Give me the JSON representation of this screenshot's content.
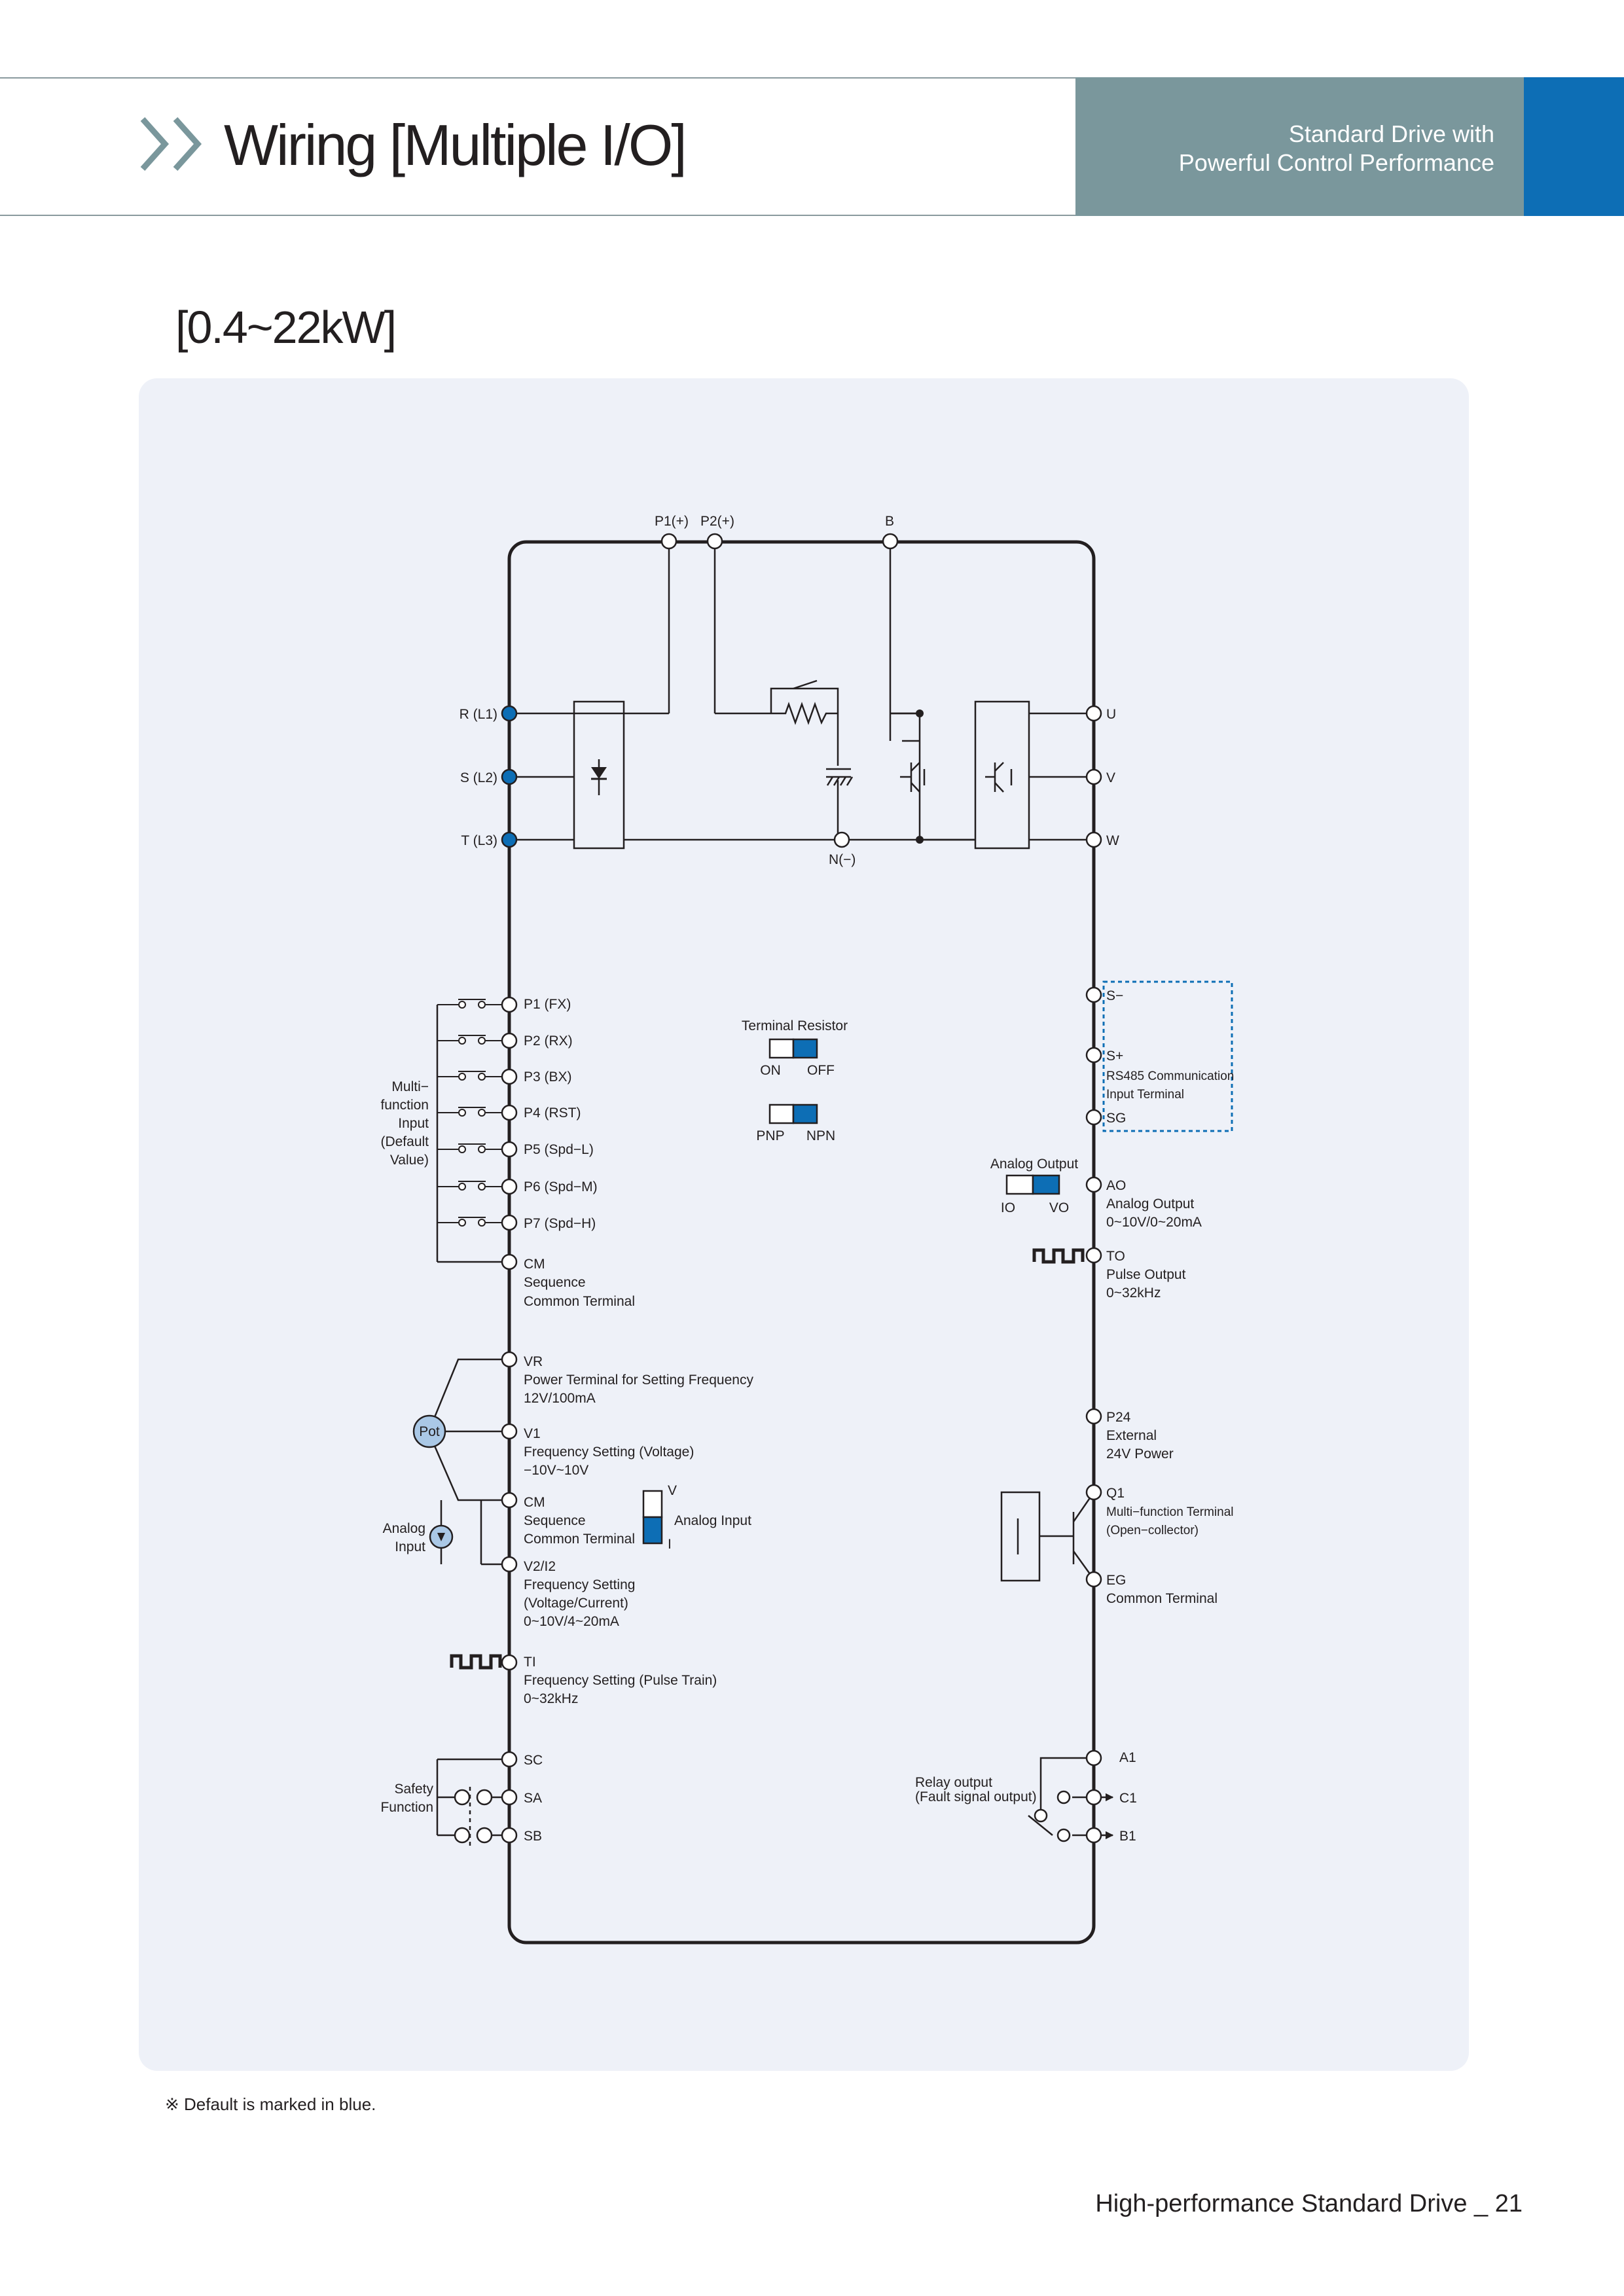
{
  "header": {
    "title": "Wiring [Multiple I/O]",
    "tagline_line1": "Standard Drive with",
    "tagline_line2": "Powerful Control Performance",
    "colors": {
      "tag_background": "#7a979c",
      "accent_blue": "#0d6eb5",
      "chevron": "#7a979c"
    }
  },
  "section_title": "[0.4~22kW]",
  "diagram": {
    "top_terminals": [
      "P1(+)",
      "P2(+)",
      "B"
    ],
    "bottom_terminal": "N(−)",
    "power_inputs": [
      "R (L1)",
      "S (L2)",
      "T (L3)"
    ],
    "motor_outputs": [
      "U",
      "V",
      "W"
    ],
    "digital_inputs": [
      "P1 (FX)",
      "P2 (RX)",
      "P3 (BX)",
      "P4 (RST)",
      "P5 (Spd−L)",
      "P6 (Spd−M)",
      "P7 (Spd−H)"
    ],
    "multi_function_input_label": [
      "Multi−",
      "function",
      "Input",
      "(Default",
      "Value)"
    ],
    "cm_block_1": [
      "CM",
      "Sequence",
      "Common Terminal"
    ],
    "vr_block": [
      "VR",
      "Power Terminal for Setting Frequency",
      "12V/100mA"
    ],
    "pot_label": "Pot",
    "v1_block": [
      "V1",
      "Frequency Setting (Voltage)",
      "−10V~10V"
    ],
    "cm_block_2": [
      "CM",
      "Sequence",
      "Common Terminal"
    ],
    "analog_input_left": [
      "Analog",
      "Input"
    ],
    "v2_block": [
      "V2/I2",
      "Frequency Setting",
      "(Voltage/Current)",
      "0~10V/4~20mA"
    ],
    "ti_block": [
      "TI",
      "Frequency Setting (Pulse Train)",
      "0~32kHz"
    ],
    "safety_terminals": [
      "SC",
      "SA",
      "SB"
    ],
    "safety_label": [
      "Safety",
      "Function"
    ],
    "terminal_resistor": {
      "label": "Terminal Resistor",
      "left": "ON",
      "right": "OFF"
    },
    "pnp_npn": {
      "left": "PNP",
      "right": "NPN"
    },
    "analog_output_switch": {
      "label": "Analog Output",
      "left": "IO",
      "right": "VO"
    },
    "analog_input_switch": {
      "label": "Analog Input",
      "top": "V",
      "bottom": "I"
    },
    "rs485": {
      "s_minus": "S−",
      "s_plus": "S+",
      "sg": "SG",
      "desc": [
        "RS485 Communication",
        "Input Terminal"
      ]
    },
    "ao_block": [
      "AO",
      "Analog Output",
      "0~10V/0~20mA"
    ],
    "to_block": [
      "TO",
      "Pulse Output",
      "0~32kHz"
    ],
    "p24_block": [
      "P24",
      "External",
      "24V Power"
    ],
    "q1_block": [
      "Q1",
      "Multi−function Terminal",
      "(Open−collector)"
    ],
    "eg_block": [
      "EG",
      "Common Terminal"
    ],
    "relay_label": [
      "Relay output",
      "(Fault signal output)"
    ],
    "relay_terminals": [
      "A1",
      "C1",
      "B1"
    ]
  },
  "footnote": "※ Default is marked in blue.",
  "footer": "High-performance Standard Drive _ 21"
}
